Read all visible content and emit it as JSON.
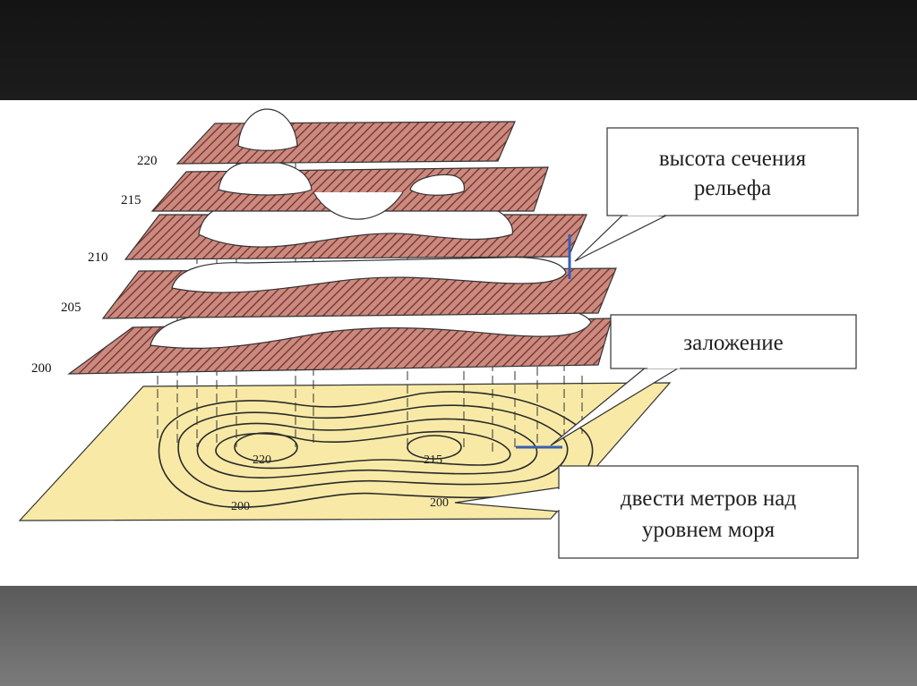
{
  "diagram": {
    "levels": [
      "220",
      "215",
      "210",
      "205",
      "200"
    ],
    "map_labels": {
      "inner_left": "220",
      "inner_right": "215",
      "outer_left": "200",
      "outer_right": "200"
    },
    "callouts": {
      "section_height": [
        "высота сечения",
        "рельефа"
      ],
      "spacing": [
        "заложение"
      ],
      "sea_level": [
        "двести метров над",
        "уровнем моря"
      ]
    },
    "colors": {
      "plane_fill": "#c98a80",
      "hatch": "#7a2e28",
      "map_fill": "#f8eaa6",
      "contour": "#2a2a2a",
      "marker": "#3a5fb0"
    }
  }
}
